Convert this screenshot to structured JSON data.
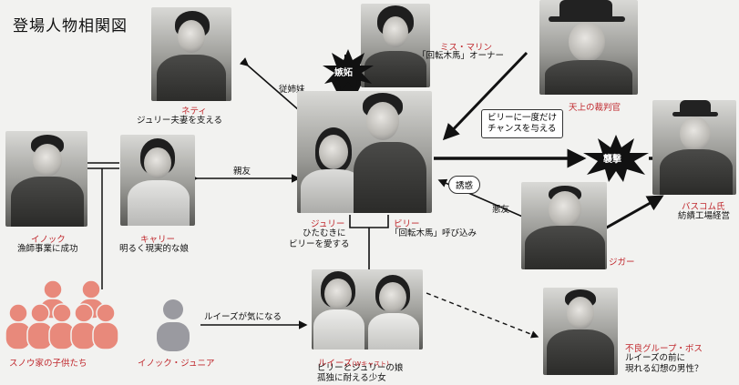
{
  "title": "登場人物相関図",
  "characters": {
    "nettie": {
      "name": "ネティ",
      "desc": "ジュリー夫妻を支える"
    },
    "marin": {
      "name": "ミス・マリン",
      "desc": "「回転木馬」オーナー"
    },
    "judge": {
      "name": "天上の裁判官"
    },
    "enoch": {
      "name": "イノック",
      "desc": "漁師事業に成功"
    },
    "carrie": {
      "name": "キャリー",
      "desc": "明るく現実的な娘"
    },
    "julie": {
      "name": "ジュリー",
      "desc1": "ひたむきに",
      "desc2": "ビリーを愛する"
    },
    "billy": {
      "name": "ビリー",
      "desc": "「回転木馬」呼び込み"
    },
    "bascombe": {
      "name": "バスコム氏",
      "desc": "紡績工場経営"
    },
    "jigger": {
      "name": "ジガー"
    },
    "snow_children": {
      "name": "スノウ家の子供たち"
    },
    "enoch_jr": {
      "name": "イノック・ジュニア"
    },
    "louise": {
      "name": "ルイーズ",
      "note": "(Wキャスト)",
      "desc1": "ビリーとジュリーの娘",
      "desc2": "孤独に耐える少女"
    },
    "boss": {
      "name": "不良グループ・ボス",
      "desc1": "ルイーズの前に",
      "desc2": "現れる幻想の男性？"
    }
  },
  "relations": {
    "cousin": "従姉妹",
    "jealousy": "嫉妬",
    "chance1": "ビリーに一度だけ",
    "chance2": "チャンスを与える",
    "friend": "親友",
    "attack": "襲撃",
    "temptation": "誘惑",
    "bad_friend": "悪友",
    "louise_interest": "ルイーズが気になる"
  },
  "colors": {
    "name_red": "#c0282d",
    "silhouette_red": "#e8897b",
    "silhouette_gray": "#9a9aa0",
    "arrow": "#111111"
  }
}
